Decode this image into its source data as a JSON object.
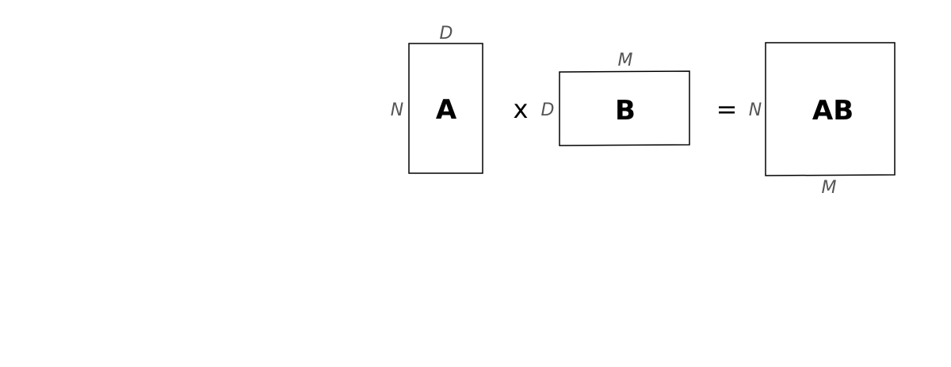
{
  "matrices": {
    "a": {
      "name": "A",
      "top_label": "D",
      "side_label": "N"
    },
    "b": {
      "name": "B",
      "top_label": "M",
      "side_label": "D"
    },
    "ab": {
      "name": "AB",
      "side_label": "N",
      "bottom_label": "M"
    }
  },
  "operators": {
    "multiply": "x",
    "equals": "="
  },
  "colors": {
    "stroke": "#000000",
    "label": "#555555",
    "text": "#000000"
  }
}
